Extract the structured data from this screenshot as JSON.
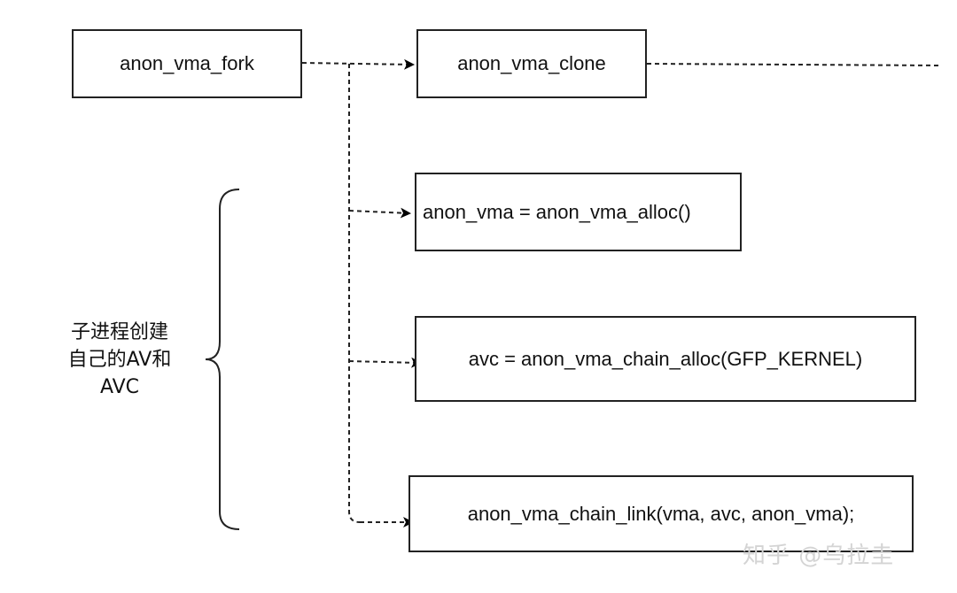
{
  "nodes": {
    "fork": "anon_vma_fork",
    "clone": "anon_vma_clone",
    "alloc": "anon_vma = anon_vma_alloc()",
    "chain_alloc": "avc = anon_vma_chain_alloc(GFP_KERNEL)",
    "chain_link": "anon_vma_chain_link(vma, avc, anon_vma);"
  },
  "brace_label": {
    "line1": "子进程创建",
    "line2": "自己的AV和",
    "line3": "AVC"
  },
  "watermark": "知乎 @乌拉圭",
  "colors": {
    "stroke": "#222222",
    "text": "#111111",
    "watermark": "#d4d4d4"
  }
}
